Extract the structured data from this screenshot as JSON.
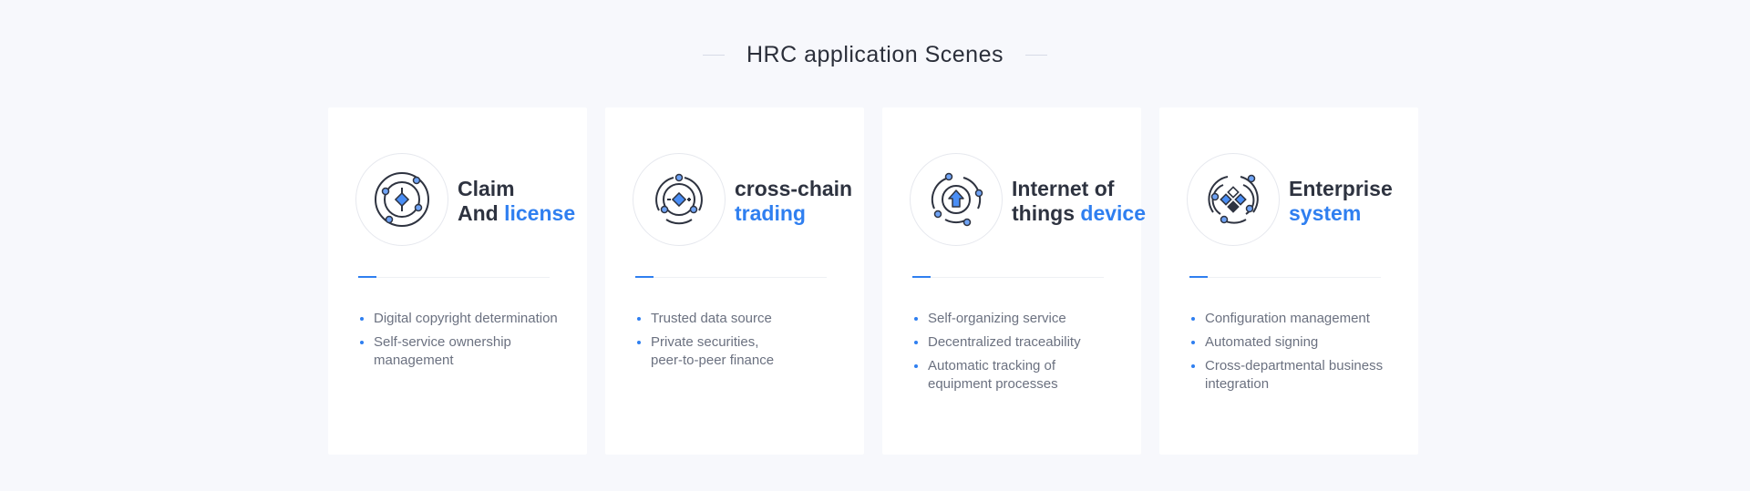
{
  "section": {
    "title": "HRC application Scenes"
  },
  "colors": {
    "accent": "#2f7ff0",
    "heading": "#2e3340",
    "body_text": "#6b7180",
    "background": "#f7f8fc"
  },
  "cards": [
    {
      "icon": "claim-license-icon",
      "heading_line1": "Claim",
      "heading_line2_plain": "And ",
      "heading_line2_accent": "license",
      "bullets": [
        [
          "Digital copyright determination"
        ],
        [
          "Self-service ownership",
          "management"
        ]
      ]
    },
    {
      "icon": "cross-chain-icon",
      "heading_line1": "cross-chain",
      "heading_line2_plain": "",
      "heading_line2_accent": "trading",
      "bullets": [
        [
          "Trusted data source"
        ],
        [
          "Private securities,",
          "peer-to-peer finance"
        ]
      ]
    },
    {
      "icon": "iot-device-icon",
      "heading_line1": "Internet of",
      "heading_line2_plain": "things ",
      "heading_line2_accent": "device",
      "bullets": [
        [
          "Self-organizing service"
        ],
        [
          "Decentralized traceability"
        ],
        [
          "Automatic tracking of",
          "equipment processes"
        ]
      ]
    },
    {
      "icon": "enterprise-system-icon",
      "heading_line1": "Enterprise",
      "heading_line2_plain": "",
      "heading_line2_accent": "system",
      "bullets": [
        [
          "Configuration management"
        ],
        [
          "Automated signing"
        ],
        [
          "Cross-departmental business",
          "integration"
        ]
      ]
    }
  ]
}
